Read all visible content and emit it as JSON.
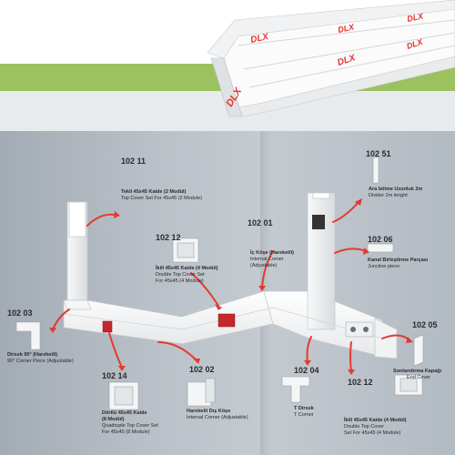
{
  "brand": {
    "name": "DLX",
    "accent_color": "#e8312f",
    "background_green": "#9cc25f"
  },
  "products": [
    {
      "code": "102 11",
      "tr": "Tekli 45x45 Kaide (2 Modül)",
      "en": "Top Cover Set For 45x45 (2 Module)"
    },
    {
      "code": "102 12",
      "tr": "İkili 45x45 Kaide (4 Modül)",
      "en1": "Double Top Cover Set",
      "en2": "For 45x45 (4 Module)"
    },
    {
      "code": "102 01",
      "tr": "İç Köşe (Hareketli)",
      "en1": "Internal Corner",
      "en2": "(Adjustable)"
    },
    {
      "code": "102 51",
      "tr": "Ara bölme Uzunluk 2m",
      "en": "Divider 2m lenght"
    },
    {
      "code": "102 06",
      "tr": "Kanal Birleştirme Parçası",
      "en": "Junction piece"
    },
    {
      "code": "102 03",
      "tr": "Dirsek 90° (Hareketli)",
      "en": "90° Corner Piece (Adjustable)"
    },
    {
      "code": "102 14",
      "tr1": "Dörtlü 45x45 Kaide",
      "tr2": "(8 Modül)",
      "en1": "Quadruple Top Cover Set",
      "en2": "For 45x45 (8 Module)"
    },
    {
      "code": "102 02",
      "tr": "Hareketli Dış Köşe",
      "en": "Internal Corner (Adjustable)"
    },
    {
      "code": "102 04",
      "tr": "T Dirsek",
      "en": "T Corner"
    },
    {
      "code": "102 12",
      "tr": "İkili 45x45 Kaide (4 Modül)",
      "en1": "Double Top Cover",
      "en2": "Set For 45x45 (4 Module)"
    },
    {
      "code": "102 05",
      "tr": "Sonlandırma Kapağı",
      "en": "End Cover"
    }
  ]
}
